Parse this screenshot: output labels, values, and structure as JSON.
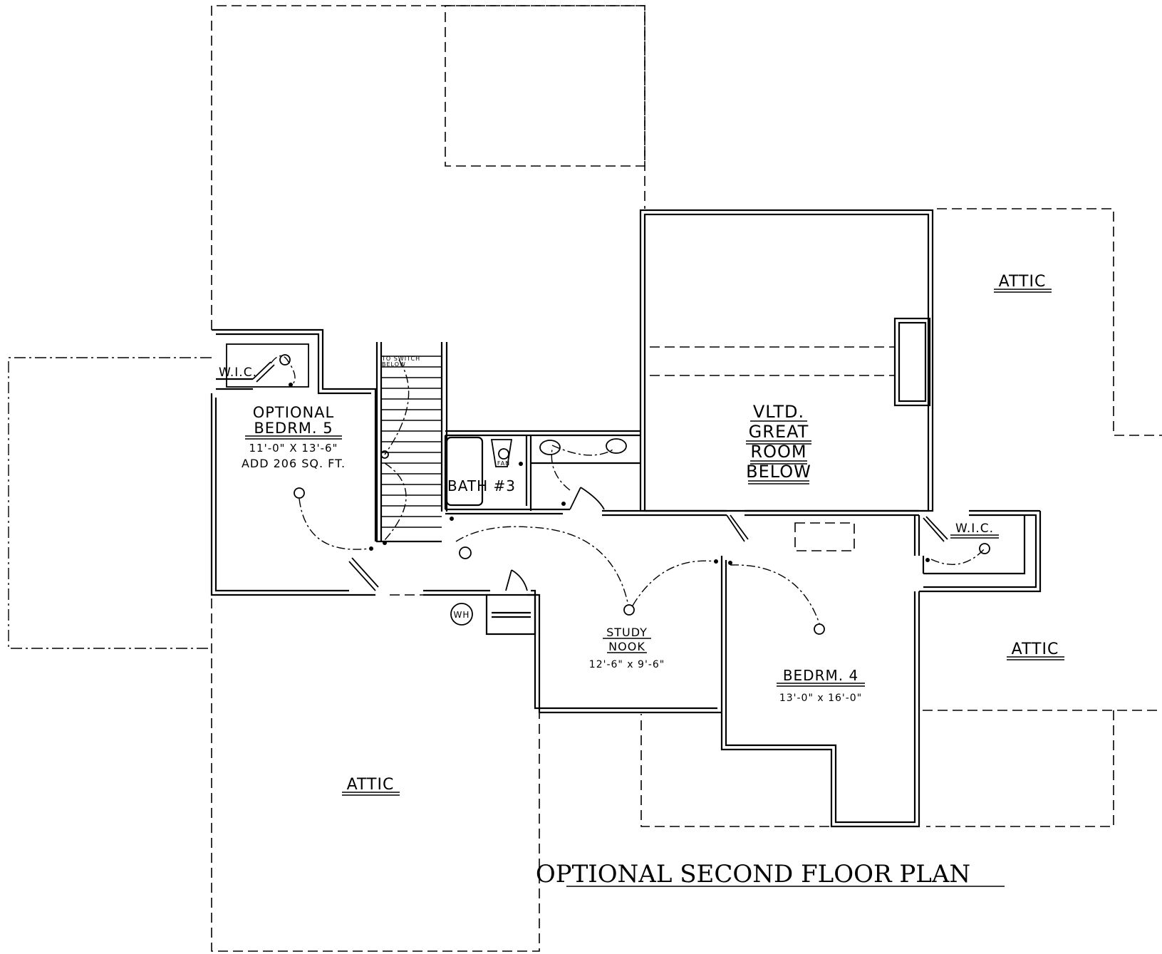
{
  "plan": {
    "title": "OPTIONAL SECOND FLOOR PLAN",
    "rooms": {
      "attic_top_right": "ATTIC",
      "attic_right": "ATTIC",
      "attic_bottom": "ATTIC",
      "great_room": [
        "VLTD.",
        "GREAT",
        "ROOM",
        "BELOW"
      ],
      "bedroom5": {
        "line1": "OPTIONAL",
        "line2": "BEDRM. 5",
        "dims": "11'-0\" X 13'-6\"",
        "note": "ADD 206 SQ. FT."
      },
      "wic_left": "W.I.C.",
      "wic_right": "W.I.C.",
      "bath": "BATH #3",
      "fan": "FAN",
      "stair_note": [
        "TO SWITCH",
        "BELOW"
      ],
      "study": {
        "line1": "STUDY",
        "line2": "NOOK",
        "dims": "12'-6\" x 9'-6\""
      },
      "bedroom4": {
        "name": "BEDRM. 4",
        "dims": "13'-0\" x 16'-0\""
      },
      "water_heater": "WH"
    },
    "colors": {
      "ink": "#000000",
      "paper": "#ffffff"
    }
  }
}
